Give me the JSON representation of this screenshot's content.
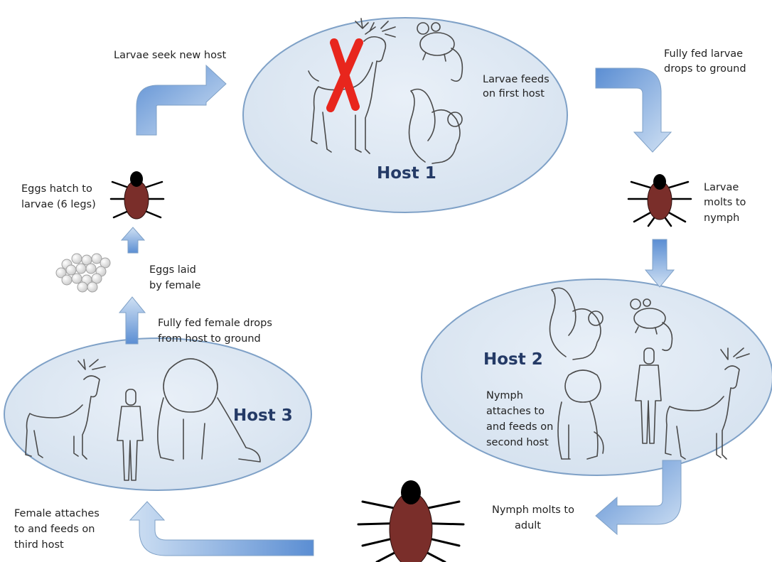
{
  "colors": {
    "ellipse_fill": "#dfe8f2",
    "ellipse_stroke": "#7fa1c7",
    "arrow_light": "#cfe0f3",
    "arrow_dark": "#5b8ed3",
    "tick_body": "#7a2e2a",
    "tick_head": "#000000",
    "host_title": "#243a66",
    "cross_mark": "#e8261d"
  },
  "hosts": {
    "host1": {
      "title": "Host 1",
      "caption": [
        "Larvae feeds",
        "on first host"
      ],
      "animals": [
        "deer-icon",
        "mouse-icon",
        "squirrel-icon"
      ],
      "deer_crossed_out": true
    },
    "host2": {
      "title": "Host 2",
      "caption": [
        "Nymph",
        "attaches to",
        "and feeds on",
        "second host"
      ],
      "animals": [
        "squirrel-icon",
        "mouse-icon",
        "dog-icon",
        "human-icon",
        "deer-icon"
      ]
    },
    "host3": {
      "title": "Host 3",
      "animals": [
        "deer-icon",
        "human-icon",
        "dog-icon"
      ]
    }
  },
  "steps": {
    "larvae_seek": [
      "Larvae seek new host"
    ],
    "larvae_drop": [
      "Fully fed larvae",
      "drops to ground"
    ],
    "larvae_molt": [
      "Larvae",
      "molts to",
      "nymph"
    ],
    "nymph_molt": [
      "Nymph molts to",
      "adult"
    ],
    "female_attach": [
      "Female attaches",
      "to and feeds on",
      "third host"
    ],
    "female_drop": [
      "Fully fed female drops",
      "from host to ground"
    ],
    "eggs_laid": [
      "Eggs laid",
      "by female"
    ],
    "eggs_hatch": [
      "Eggs hatch to",
      "larvae (6 legs)"
    ]
  }
}
